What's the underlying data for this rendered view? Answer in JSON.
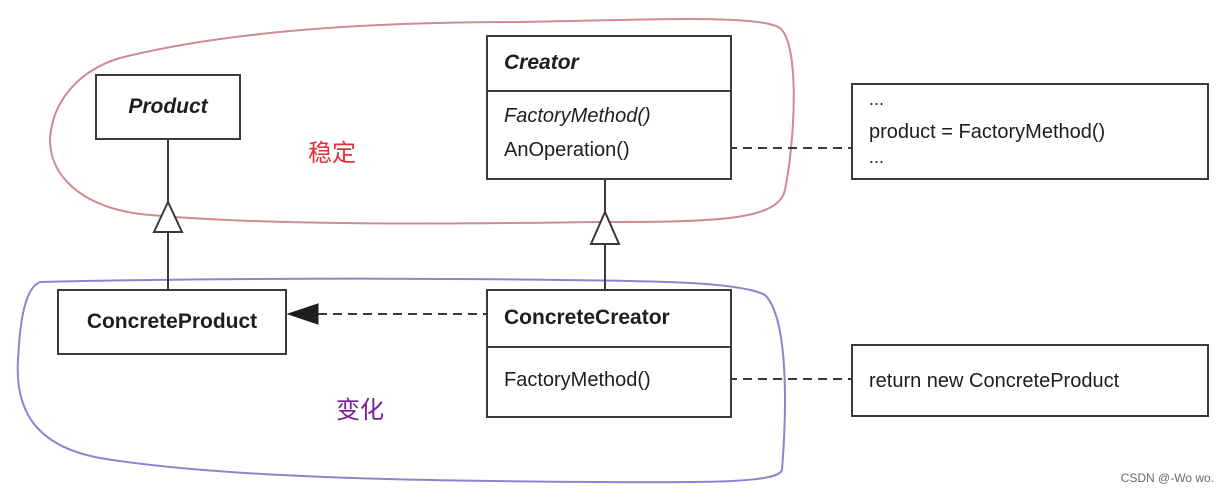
{
  "colors": {
    "stable_outline": "#cf8a93",
    "change_outline": "#8c84cf",
    "stable_label": "#e0323a",
    "change_label": "#7a1e9a",
    "line": "#3a3a3a"
  },
  "zones": {
    "stable_label": "稳定",
    "change_label": "变化"
  },
  "classes": {
    "product": {
      "name": "Product"
    },
    "creator": {
      "name": "Creator",
      "operations": [
        "FactoryMethod()",
        "AnOperation()"
      ]
    },
    "concrete_product": {
      "name": "ConcreteProduct"
    },
    "concrete_creator": {
      "name": "ConcreteCreator",
      "operations": [
        "FactoryMethod()"
      ]
    }
  },
  "notes": {
    "creator_note": [
      "...",
      "product = FactoryMethod()",
      "..."
    ],
    "concrete_creator_note": [
      "return new ConcreteProduct"
    ]
  },
  "watermark": "CSDN @-Wo wo."
}
